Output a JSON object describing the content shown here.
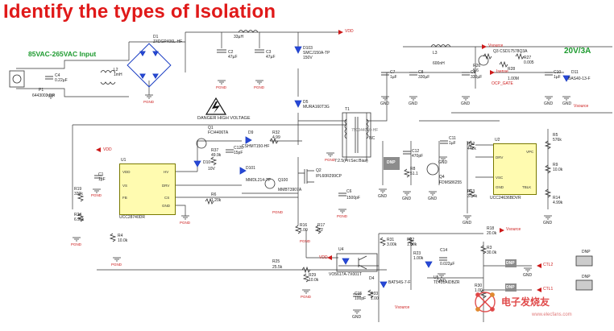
{
  "title": "Identify the types of Isolation",
  "input_label": "85VAC-265VAC Input",
  "output_label": "20V/3A",
  "warning_label": "DANGER HIGH VOLTAGE",
  "nets": {
    "vdd": "VDD",
    "vsource": "Vsource",
    "isense": "Isense",
    "ocp_gate": "OCP_GATE",
    "pgnd": "PGND",
    "gnd": "GND",
    "ctl1": "CTL1",
    "ctl2": "CTL2",
    "dnp": "DNP"
  },
  "components": {
    "d1": "D1",
    "d1_part": "Z4DGP406L-HF",
    "l1": "33µH",
    "c2": "C2",
    "c2_val": "47µF",
    "c3": "C3",
    "c3_val": "47µF",
    "d3": "D103",
    "d3_part": "SMCJ150A-TP",
    "d3_v": "150V",
    "d5": "D5",
    "d5_part": "MURA160T3G",
    "p1": "P1",
    "p1_part": "6443003.DR",
    "c4": "C4",
    "c4_val": "0.22µF",
    "l2": "L2",
    "l2_val": "1mH",
    "t1": "T1",
    "t1_ratio": "7:2.5(Pri:Sec:Bias)",
    "t1_part": "750344000-HF",
    "l3": "L3",
    "l3_val": "600nH",
    "c7": "C7",
    "c7_val": "1µF",
    "c8": "C8",
    "c8_val": "330µF",
    "c9": "C9",
    "c9_val": "330µF",
    "q3": "Q3",
    "q3_part": "CSD17578Q3A",
    "r27": "R27",
    "r27_val": "0.005",
    "r28": "R28",
    "r28_val": "1.00M",
    "c10": "C10",
    "c10_val": "1µF",
    "d11": "D11",
    "d11_part": "BAS40-13-F",
    "r26": "R26",
    "r26_val": "5.6",
    "q1": "Q1",
    "q1_part": "FCI4406TA",
    "d9": "D9",
    "d9_part": "CSHMT150-HF",
    "r32": "R32",
    "r32_val": "4.99",
    "r37": "R37",
    "r37_val": "49.9k",
    "c120": "C120",
    "c120_val": "15pF",
    "d10": "D10",
    "d10_v": "10V",
    "d101": "D101",
    "d101_part": "MMDL214-TP",
    "q100": "Q100",
    "q100_part": "MMBT3907A",
    "q2": "Q2",
    "q2_part": "IPL60R299CP",
    "nc": "NC",
    "c11": "C11",
    "c11_val": "1µF",
    "c12": "C12",
    "c12_val": "470pF",
    "r8": "R8",
    "r8_val": "51.1",
    "q4": "Q4",
    "q4_part": "FDMS86255",
    "r12": "R12",
    "r12_val": "442k",
    "r13": "R13",
    "r13_val": "37.4k",
    "r5": "R5",
    "r5_val": "576k",
    "r9": "R9",
    "r9_val": "10.0k",
    "r14": "R14",
    "r14_val": "4.99k",
    "u1": "U1",
    "u1_part": "UCC28740DR",
    "u2": "U2",
    "u2_part": "UCC24636BDVR",
    "c1": "C1",
    "c1_val": "1µF",
    "r19": "R19",
    "r19_val": "330k",
    "r24": "R24",
    "r24_val": "6.98k",
    "r4": "R4",
    "r4_val": "10.0k",
    "r6": "R6",
    "r6_val": "1.20k",
    "r16": "R16",
    "r16_val": "1.00",
    "r17": "R17",
    "r17_val": "0.2",
    "c6": "C6",
    "c6_val": "1500pF",
    "r25": "R25",
    "r25_val": "25.5k",
    "r29": "R29",
    "r29_val": "10.0k",
    "u4": "U4",
    "u4_part": "VO5617A-7X001T",
    "r31": "R31",
    "r31_val": "3.00k",
    "r22": "R22",
    "r22_val": "1.00k",
    "r23": "R23",
    "r23_val": "1.00k",
    "c14": "C14",
    "c14_val": "0.022µF",
    "d4": "D4",
    "d4_part": "BAT54S-7-F",
    "c15": "C15",
    "c15_val": "100pF",
    "r33": "R33",
    "r33_val": "1.00",
    "u5": "U5",
    "u5_part": "TL431AIDBZR",
    "r3": "R3",
    "r3_val": "30.0k",
    "r18": "R18",
    "r18_val": "20.0k",
    "r30": "R30",
    "r30_val": "1.00"
  },
  "u1_pins": {
    "vdd": "VDD",
    "vs": "VS",
    "fb": "FB",
    "hv": "HV",
    "drv": "DRV",
    "cs": "CS",
    "gnd": "GND"
  },
  "u2_pins": {
    "vpc": "VPC",
    "drv": "DRV",
    "vsc": "VSC",
    "gnd": "GND",
    "tblk": "TBLK"
  },
  "watermark": {
    "main": "电子发烧友",
    "sub": "www.elecfans.com"
  }
}
